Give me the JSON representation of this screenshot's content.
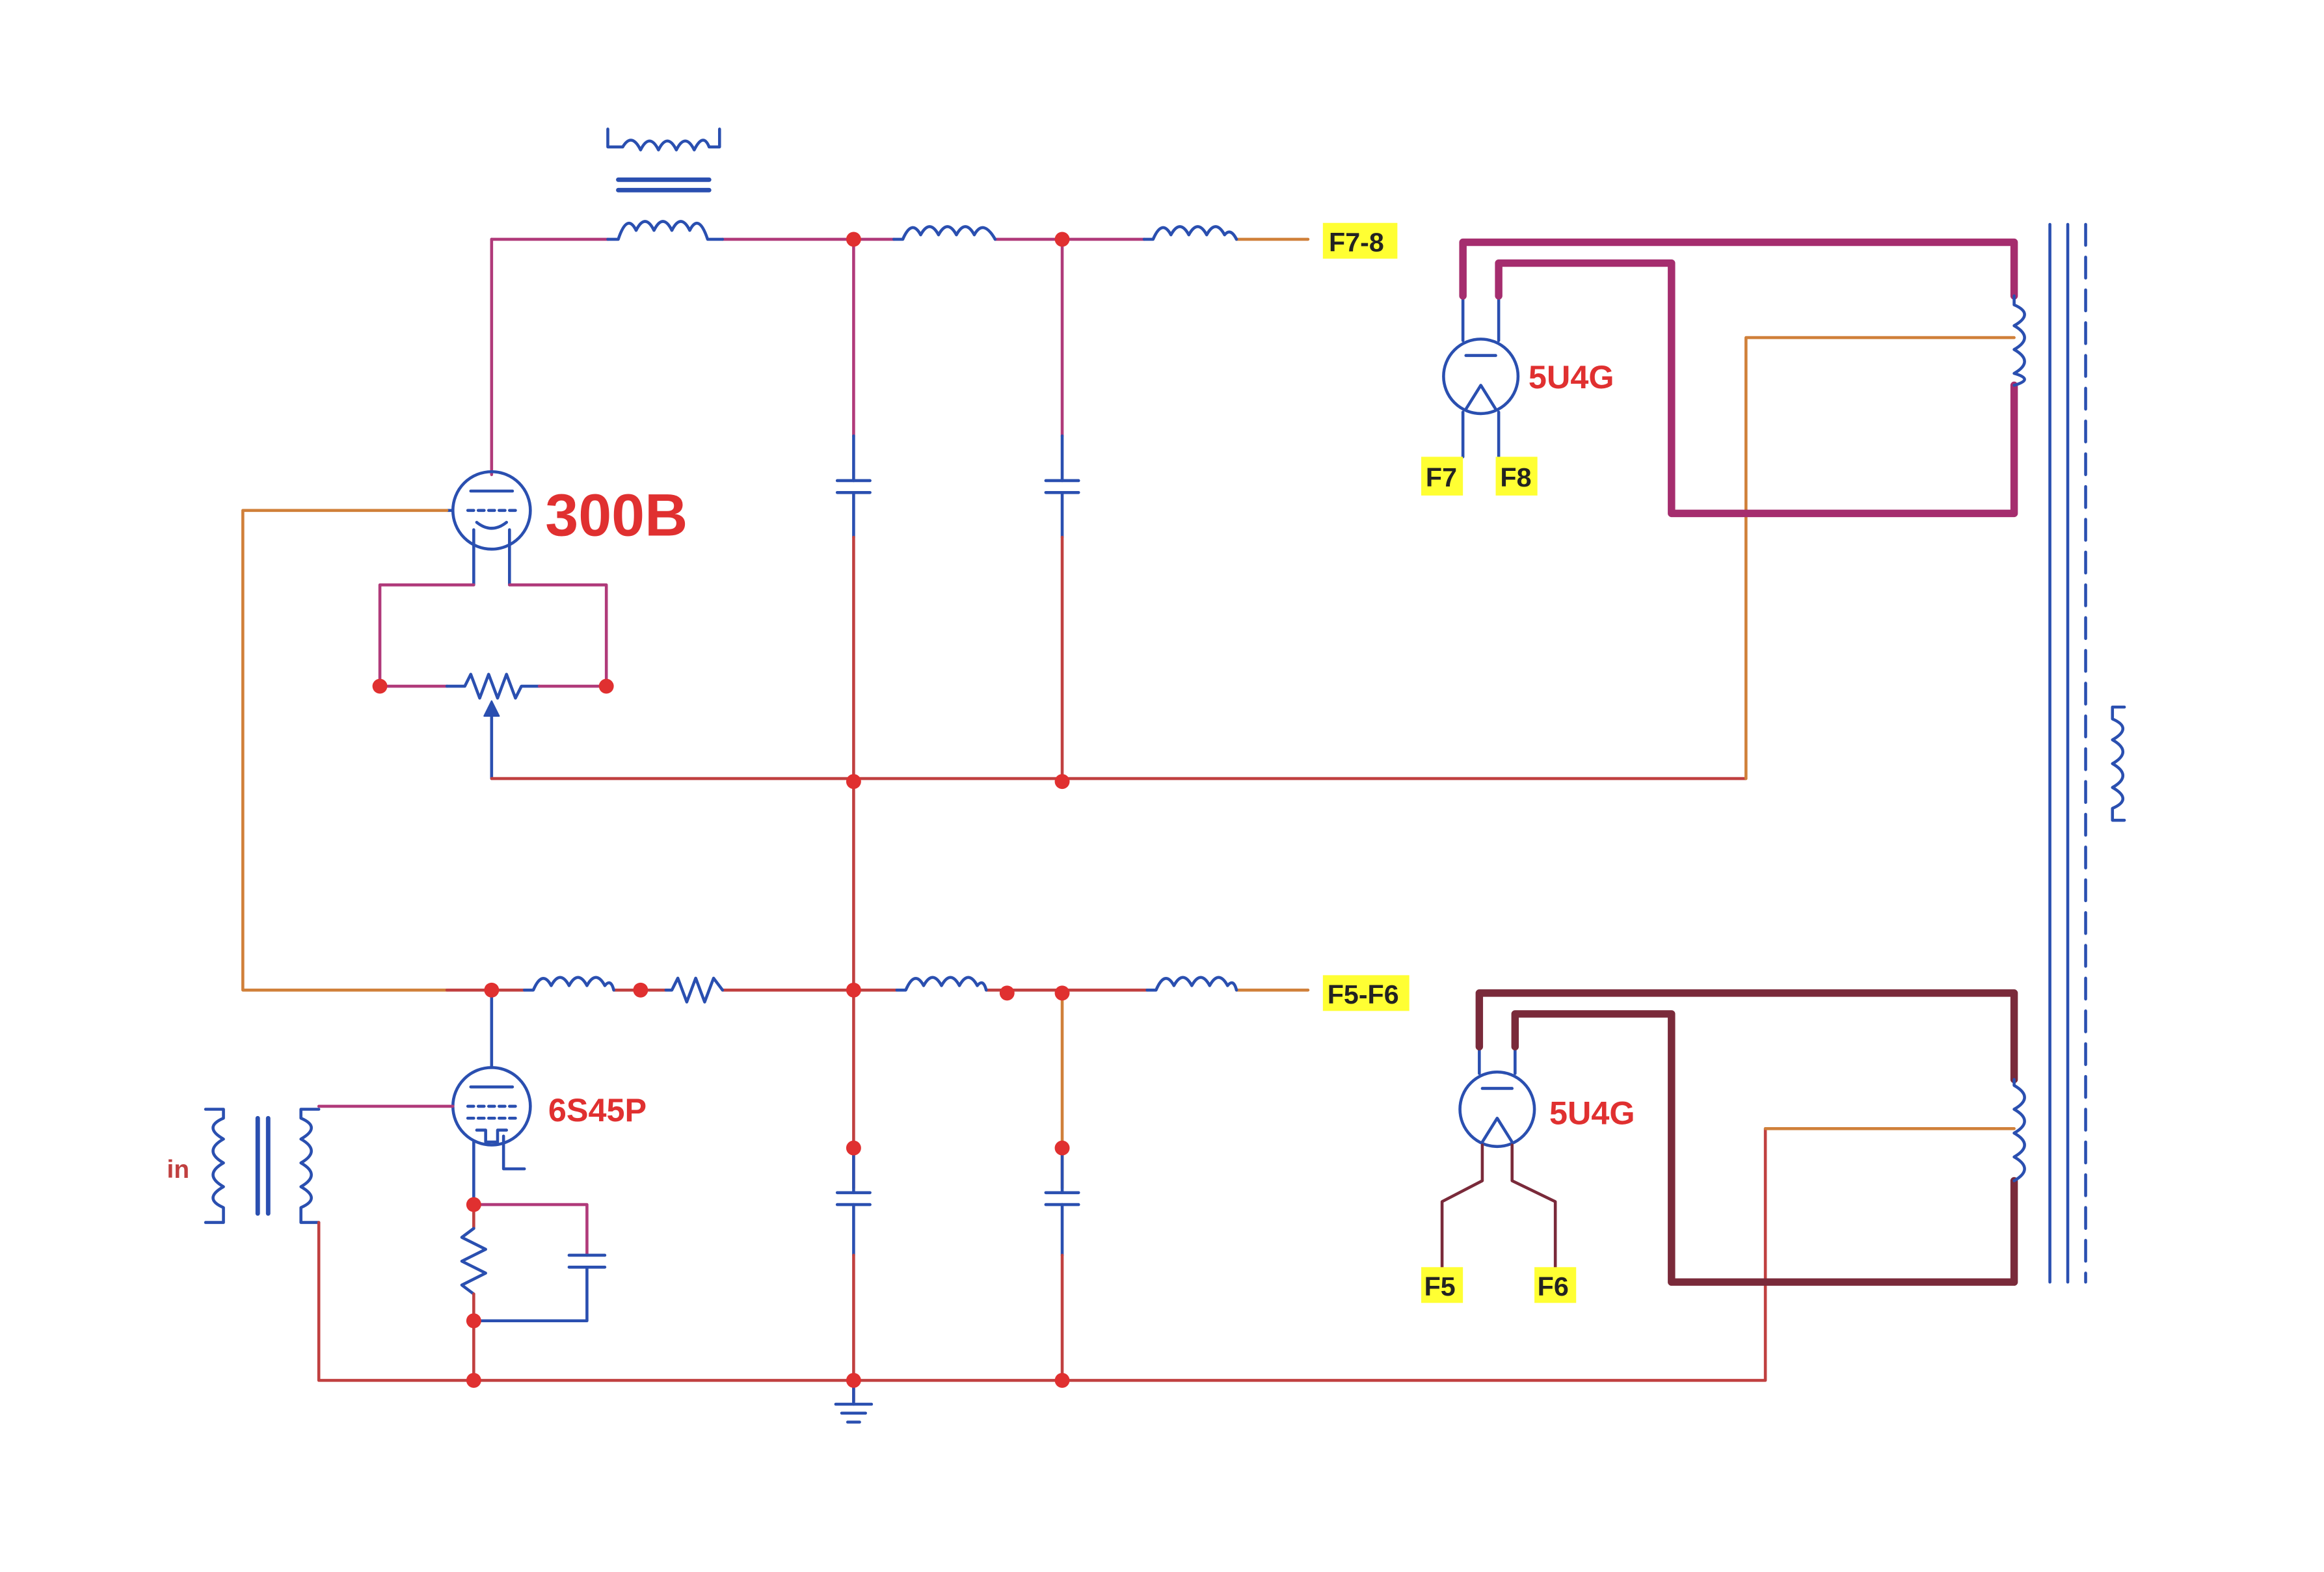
{
  "tubes": {
    "output": {
      "label": "300B"
    },
    "driver": {
      "label": "6S45P"
    },
    "rectifier_top": {
      "label": "5U4G"
    },
    "rectifier_bottom": {
      "label": "5U4G"
    }
  },
  "input_label": "in",
  "terminals": {
    "f78": "F7-8",
    "f56": "F5-F6",
    "f7": "F7",
    "f8": "F8",
    "f5": "F5",
    "f6": "F6"
  },
  "colors": {
    "wire_magenta": "#b03a7a",
    "wire_red": "#c04040",
    "wire_orange": "#d0803a",
    "wire_blue": "#2a4fb0",
    "rectifier_wire_top": "#a52d6e",
    "rectifier_wire_bottom": "#7a2a3a",
    "node_dot": "#e03030",
    "label_red": "#e03030",
    "tag_yellow": "#ffff33"
  }
}
